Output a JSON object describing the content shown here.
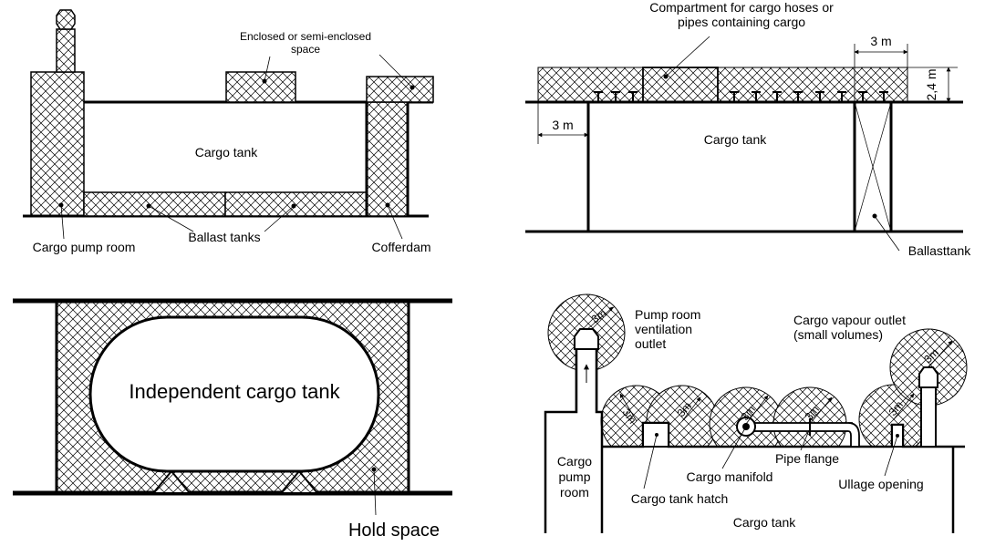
{
  "diagram1": {
    "enclosed_label_1": "Enclosed or semi-enclosed",
    "enclosed_label_2": "space",
    "cargo_tank": "Cargo tank",
    "pump_room": "Cargo pump room",
    "ballast_tanks": "Ballast tanks",
    "cofferdam": "Cofferdam"
  },
  "diagram2": {
    "compartment_label_1": "Compartment for cargo hoses or",
    "compartment_label_2": "pipes containing cargo",
    "dim_3m_top": "3 m",
    "dim_3m_left": "3 m",
    "dim_height": "2,4 m",
    "cargo_tank": "Cargo tank",
    "ballast_tank": "Ballasttank"
  },
  "diagram3": {
    "independent_tank": "Independent cargo tank",
    "hold_space": "Hold space"
  },
  "diagram4": {
    "pump_vent_1": "Pump room",
    "pump_vent_2": "ventilation",
    "pump_vent_3": "outlet",
    "vapour_1": "Cargo vapour outlet",
    "vapour_2": "(small volumes)",
    "pump_room_1": "Cargo",
    "pump_room_2": "pump",
    "pump_room_3": "room",
    "hatch": "Cargo tank hatch",
    "manifold": "Cargo manifold",
    "pipe_flange": "Pipe flange",
    "ullage": "Ullage opening",
    "cargo_tank": "Cargo tank",
    "radius": "3m"
  }
}
